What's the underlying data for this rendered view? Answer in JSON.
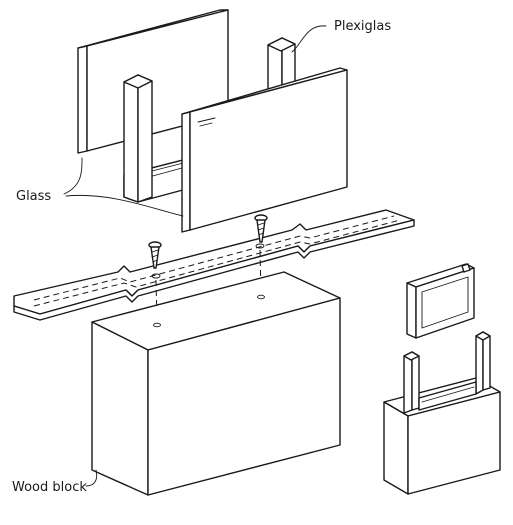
{
  "labels": {
    "plexiglas": "Plexiglas",
    "glass": "Glass",
    "wood_block": "Wood block"
  }
}
